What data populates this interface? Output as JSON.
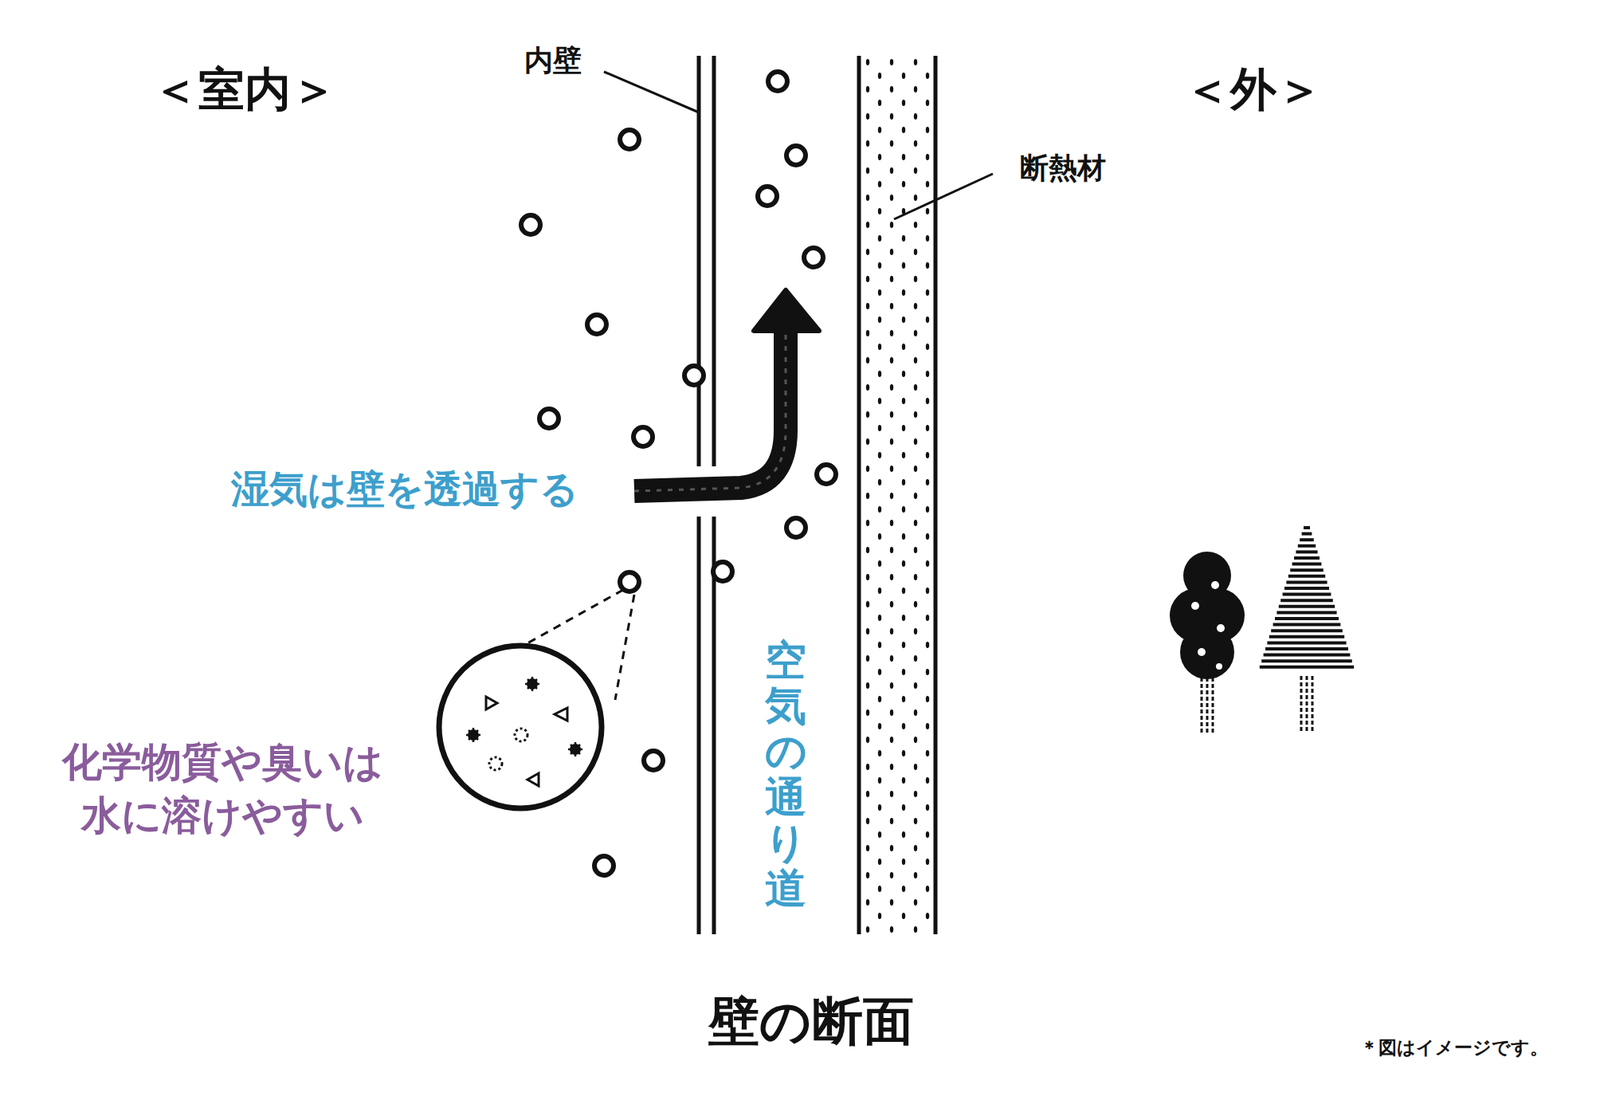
{
  "diagram": {
    "caption": "壁の断面",
    "labels": [
      "＜室内＞",
      "内壁",
      "＜外＞",
      "断熱材",
      "湿気は壁を透過する",
      "空気の通り道",
      "化学物質や臭いは 水に溶けやすい",
      "＊図はイメージです。"
    ]
  }
}
